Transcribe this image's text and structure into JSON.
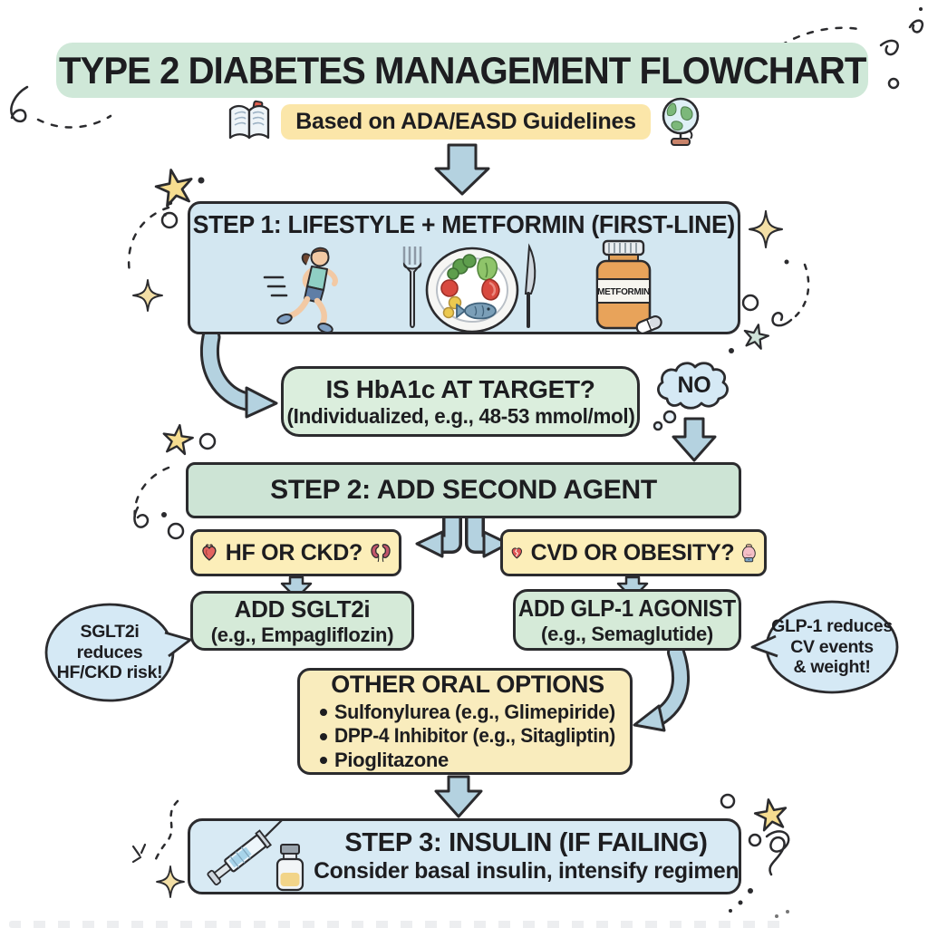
{
  "title": "TYPE 2 DIABETES MANAGEMENT FLOWCHART",
  "subtitle": "Based on ADA/EASD Guidelines",
  "flow": {
    "step1": {
      "title": "STEP 1: LIFESTYLE + METFORMIN (FIRST-LINE)",
      "bottle_label": "METFORMIN"
    },
    "hba1c": {
      "question": "IS HbA1c AT TARGET?",
      "detail": "(Individualized, e.g., 48-53 mmol/mol)"
    },
    "no_label": "NO",
    "step2": {
      "title": "STEP 2: ADD SECOND AGENT"
    },
    "left_branch": {
      "question": "HF OR CKD?",
      "action": "ADD SGLT2i",
      "example": "(e.g., Empagliflozin)",
      "note_line1": "SGLT2i",
      "note_line2": "reduces",
      "note_line3": "HF/CKD risk!"
    },
    "right_branch": {
      "question": "CVD OR OBESITY?",
      "action": "ADD GLP-1 AGONIST",
      "example": "(e.g., Semaglutide)",
      "note_line1": "GLP-1 reduces",
      "note_line2": "CV events",
      "note_line3": "& weight!"
    },
    "other_oral": {
      "title": "OTHER ORAL OPTIONS",
      "items": [
        "Sulfonylurea (e.g., Glimepiride)",
        "DPP-4 Inhibitor (e.g., Sitagliptin)",
        "Pioglitazone"
      ]
    },
    "step3": {
      "title": "STEP 3: INSULIN (IF FAILING)",
      "detail": "Consider basal insulin, intensify regimen"
    }
  },
  "icons": {
    "header": [
      "open-book-icon",
      "globe-icon"
    ],
    "step1": [
      "runner-icon",
      "healthy-plate-icon",
      "metformin-bottle-icon"
    ],
    "left_branch": [
      "heart-icon",
      "kidneys-icon"
    ],
    "right_branch": [
      "broken-heart-icon",
      "obese-body-icon"
    ],
    "step3": [
      "syringe-icon",
      "insulin-vial-icon"
    ]
  },
  "colors": {
    "title_highlight": "#cfe8d8",
    "subtitle_highlight": "#fbe6a9",
    "step_blue": "#d3e7f1",
    "question_green": "#dbeedd",
    "step_green": "#cde4d5",
    "branch_yellow": "#fceeb9",
    "action_green": "#d5ead8",
    "note_blue": "#d5e9f5",
    "arrow_blue": "#b4d2e0",
    "outline": "#2b2b2e",
    "star_yellow": "#f6dd90"
  }
}
